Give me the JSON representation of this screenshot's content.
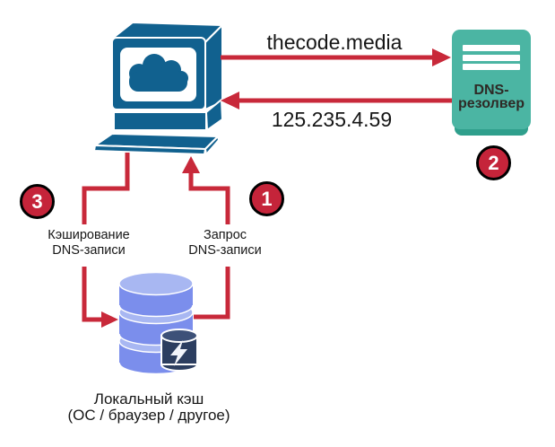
{
  "labels": {
    "domain_query": "thecode.media",
    "ip_response": "125.235.4.59",
    "cache_action": "Кэширование\nDNS-записи",
    "request_action": "Запрос\nDNS-записи",
    "resolver": "DNS-\nрезолвер",
    "local_cache": "Локальный кэш\n(ОС / браузер / другое)"
  },
  "steps": {
    "request": "1",
    "resolve": "2",
    "cache": "3"
  },
  "icons": {
    "computer": "crt-computer-cloud-icon",
    "resolver": "server-icon",
    "local_cache": "database-stack-icon",
    "bolt": "lightning-icon"
  },
  "colors": {
    "arrow_red": "#C8293A",
    "circle_red": "#C5243A",
    "computer_blue": "#11618F",
    "resolver_teal": "#4BB5A3",
    "resolver_teal_dark": "#2F9F8C",
    "db_blue": "#7B8EEC",
    "db_blue_light": "#A8B7F2",
    "db_dark_navy": "#2C3E60",
    "text_dark": "#161616"
  }
}
